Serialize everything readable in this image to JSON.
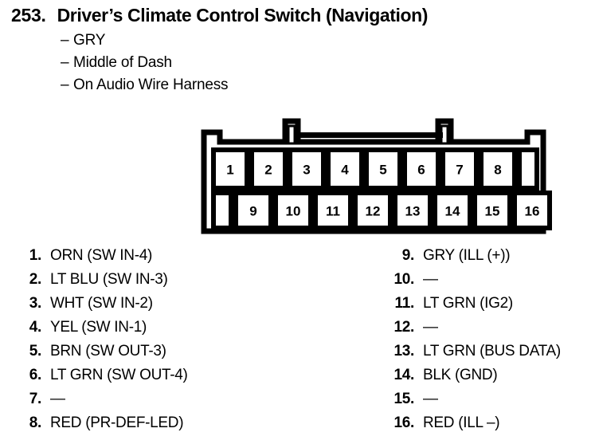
{
  "header": {
    "item_number": "253.",
    "title": "Driver’s Climate Control Switch (Navigation)",
    "details": [
      {
        "dash": "–",
        "text": "GRY"
      },
      {
        "dash": "–",
        "text": "Middle of Dash"
      },
      {
        "dash": "–",
        "text": "On Audio Wire Harness"
      }
    ]
  },
  "connector": {
    "name": "16-pin-connector-diagram",
    "top_row_pins": [
      "1",
      "2",
      "3",
      "4",
      "5",
      "6",
      "7",
      "8"
    ],
    "bottom_row_pins": [
      "9",
      "10",
      "11",
      "12",
      "13",
      "14",
      "15",
      "16"
    ],
    "line_color": "#000000",
    "fill_color": "#ffffff"
  },
  "pin_list_left": [
    {
      "num": "1.",
      "desc": "ORN (SW IN-4)"
    },
    {
      "num": "2.",
      "desc": "LT BLU (SW IN-3)"
    },
    {
      "num": "3.",
      "desc": "WHT (SW IN-2)"
    },
    {
      "num": "4.",
      "desc": "YEL (SW IN-1)"
    },
    {
      "num": "5.",
      "desc": "BRN (SW OUT-3)"
    },
    {
      "num": "6.",
      "desc": "LT GRN (SW OUT-4)"
    },
    {
      "num": "7.",
      "desc": "—"
    },
    {
      "num": "8.",
      "desc": "RED (PR-DEF-LED)"
    }
  ],
  "pin_list_right": [
    {
      "num": "9.",
      "desc": "GRY (ILL (+))"
    },
    {
      "num": "10.",
      "desc": "—"
    },
    {
      "num": "11.",
      "desc": "LT GRN (IG2)"
    },
    {
      "num": "12.",
      "desc": "—"
    },
    {
      "num": "13.",
      "desc": "LT GRN (BUS DATA)"
    },
    {
      "num": "14.",
      "desc": "BLK (GND)"
    },
    {
      "num": "15.",
      "desc": "—"
    },
    {
      "num": "16.",
      "desc": "RED (ILL –)"
    }
  ]
}
